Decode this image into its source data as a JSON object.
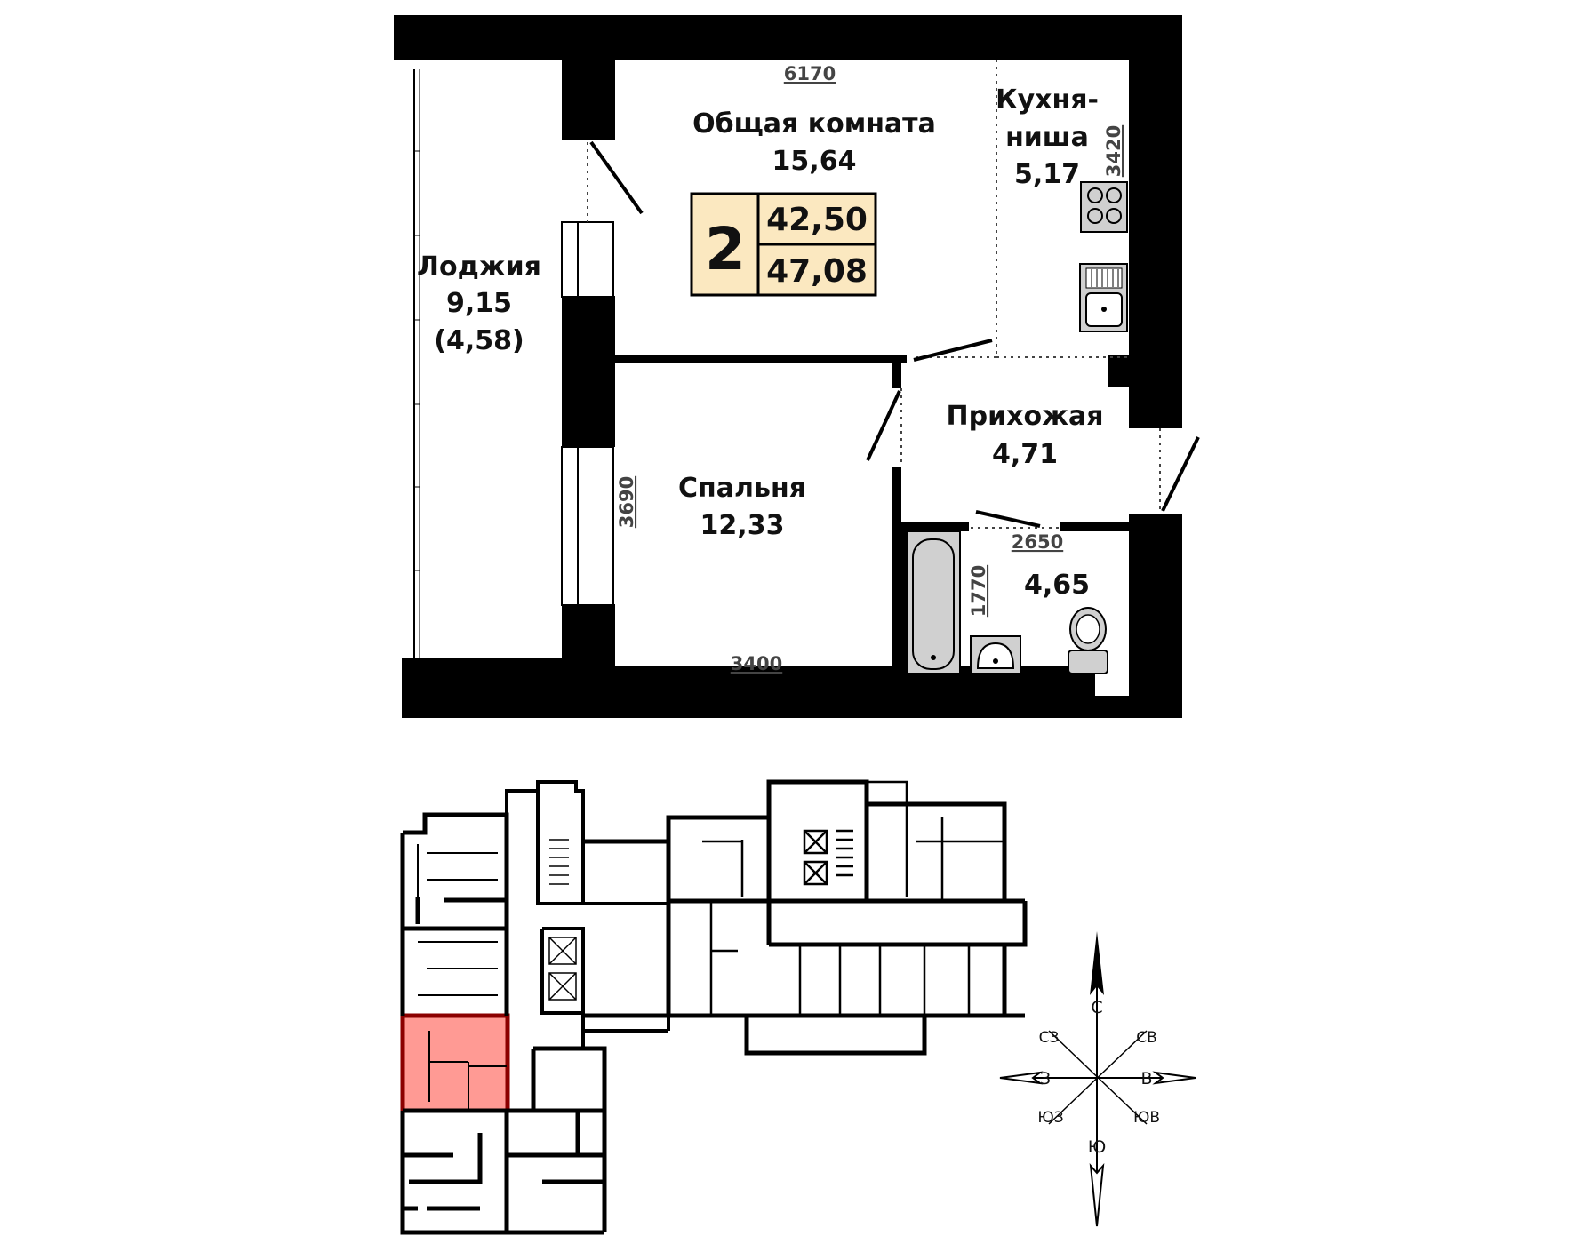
{
  "apartment": {
    "rooms_count": "2",
    "living_area": "42,50",
    "total_area": "47,08",
    "badge_color": "#fbe8c0"
  },
  "rooms": {
    "common_room": {
      "name": "Общая комната",
      "area": "15,64"
    },
    "kitchen_niche": {
      "name_line1": "Кухня-",
      "name_line2": "ниша",
      "area": "5,17"
    },
    "loggia": {
      "name": "Лоджия",
      "area": "9,15",
      "area_reduced": "(4,58)"
    },
    "bedroom": {
      "name": "Спальня",
      "area": "12,33"
    },
    "hallway": {
      "name": "Прихожая",
      "area": "4,71"
    },
    "bathroom": {
      "area": "4,65"
    }
  },
  "dimensions": {
    "top_width": "6170",
    "kitchen_depth": "3420",
    "bedroom_depth": "3690",
    "bedroom_width": "3400",
    "bath_width": "2650",
    "bath_depth": "1770"
  },
  "compass": {
    "n": "С",
    "s": "Ю",
    "e": "В",
    "w": "З",
    "ne": "СВ",
    "nw": "СЗ",
    "se": "ЮВ",
    "sw": "ЮЗ"
  },
  "colors": {
    "wall": "#000000",
    "highlight_fill": "#ff9a94",
    "highlight_stroke": "#8b0000",
    "fixture": "#cccccc"
  }
}
